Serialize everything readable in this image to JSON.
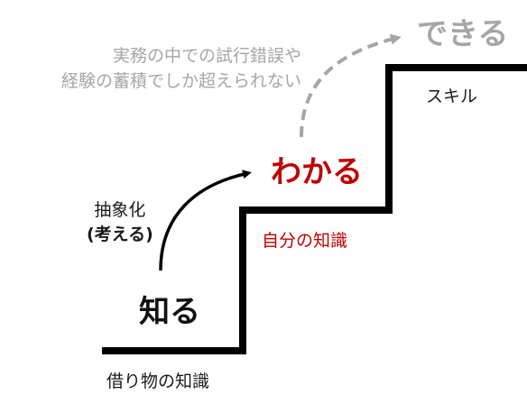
{
  "note": {
    "line1": "実務の中での試行錯誤や",
    "line2": "経験の蓄積でしか超えられない"
  },
  "levels": {
    "top": {
      "title": "できる",
      "caption": "スキル"
    },
    "middle": {
      "title": "わかる",
      "caption": "自分の知識"
    },
    "bottom": {
      "title": "知る",
      "caption": "借り物の知識"
    }
  },
  "transition": {
    "line1": "抽象化",
    "line2": "(考える)"
  },
  "colors": {
    "stair": "#000000",
    "accent_red": "#c00000",
    "muted_gray": "#a6a6a6"
  },
  "icons": {
    "upper_arrow": "dashed-curved-arrow-icon",
    "lower_arrow": "curved-arrow-icon"
  }
}
